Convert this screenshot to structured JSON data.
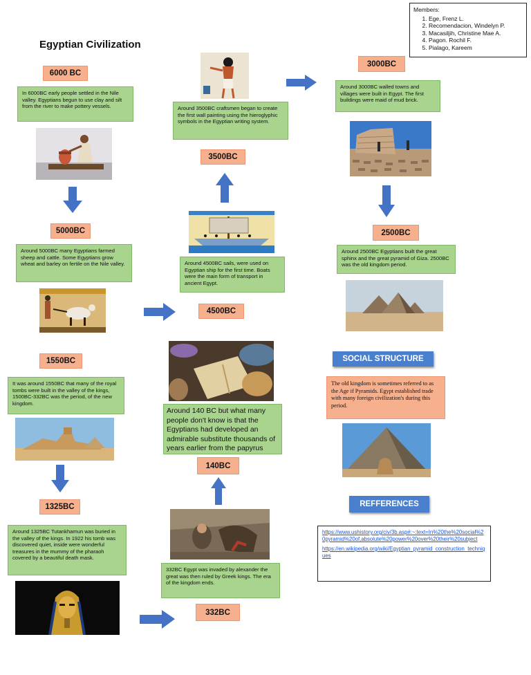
{
  "title": "Egyptian Civilization",
  "members": {
    "heading": "Members:",
    "list": [
      "Ege, Frenz L.",
      "Recomendacion, Windelyn P.",
      "Macasiljih, Christine Mae A.",
      "Pagon. Rochil F.",
      "Pialago, Kareem"
    ]
  },
  "events": {
    "e6000": {
      "label": "6000 BC",
      "text": "In 6000BC early people settled in the Nile valley. Egyptians begun to use clay and silt from the river to make pottery vessels."
    },
    "e5000": {
      "label": "5000BC",
      "text": "Around 5000BC many Egyptians farmed sheep and cattle. Some Egyptians grow wheat and barley on fertile on the Nile valley."
    },
    "e4500": {
      "label": "4500BC",
      "text": "Around 4500BC sails, were used on Egyptian ship for the first time. Boats were the main form of transport in ancient Egypt."
    },
    "e3500": {
      "label": "3500BC",
      "text": "Around 3500BC craftsmen began to create the first wall painting using the hieroglyphic symbols in the Egyptian writing system."
    },
    "e3000": {
      "label": "3000BC",
      "text": "Around 3000BC walled towns and villages were built in Egypt. The first buildings were maid of mud brick."
    },
    "e2500": {
      "label": "2500BC",
      "text": "Around 2500BC Egyptians built the great sphinx and the great pyramid of Giza. 2500BC was the old kingdom period."
    },
    "e1550": {
      "label": "1550BC",
      "text": "It was around 1550BC that many of the royal tombs were built in the valley of the kings, 1500BC-332BC was the period, of the new kingdom."
    },
    "e1325": {
      "label": "1325BC",
      "text": "Around 1325BC Tutankhamun was buried in the valley of the kings. In 1922 his tomb was discovered quiet, inside were wonderful treasures in the mummy of the pharaoh covered by a beautiful death mask."
    },
    "e332": {
      "label": "332BC",
      "text": "332BC Egypt was invaded by alexander the great was then ruled by Greek kings. The era of the kingdom ends."
    },
    "e140": {
      "label": "140BC",
      "text": "Around 140 BC but what many people don't know is that the Egyptians had developed an admirable substitute thousands of years earlier from the papyrus"
    }
  },
  "social": {
    "heading": "SOCIAL STRUCTURE",
    "text": "The old kingdom is sometimes referred to as the Age if Pyramids. Egypt established trade with many foreign civilization's during this period."
  },
  "references": {
    "heading": "REFFERENCES",
    "links": [
      "https://www.ushistory.org/civ/3b.asp#:~:text=In%20the%20social%20pyramid%20of,absolute%20power%20over%20their%20subject",
      "https://en.wikipedia.org/wiki/Egyptian_pyramid_construction_techniques"
    ]
  },
  "colors": {
    "label_bg": "#f7b08e",
    "green_bg": "#a8d48e",
    "arrow": "#4472c4",
    "header_blue": "#4a7fce"
  }
}
